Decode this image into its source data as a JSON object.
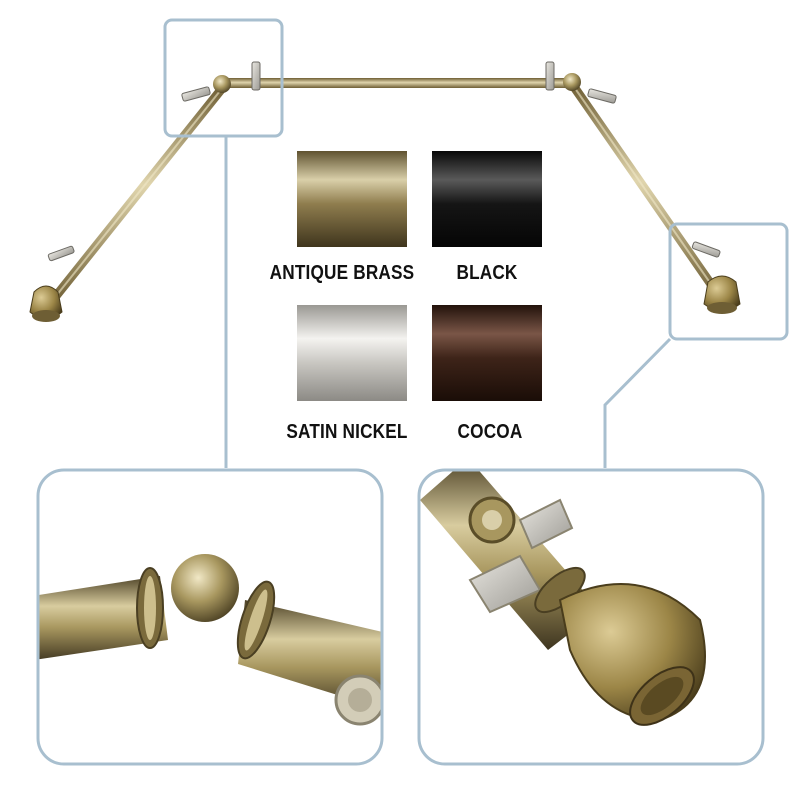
{
  "finishes": [
    {
      "label": "ANTIQUE BRASS",
      "color": "#8f7d4e",
      "highlight": "#d9cfa9"
    },
    {
      "label": "BLACK",
      "color": "#151515",
      "highlight": "#5a5a5a"
    },
    {
      "label": "SATIN NICKEL",
      "color": "#c9c7c2",
      "highlight": "#f4f3f0"
    },
    {
      "label": "COCOA",
      "color": "#3e2419",
      "highlight": "#7a5647"
    }
  ],
  "colors": {
    "callout_border": "#a8bfcf",
    "brass_dark": "#6e5e34",
    "brass_mid": "#a8975f",
    "brass_light": "#e0d5ad"
  },
  "icons": [
    "rod-bracket-icon",
    "finial-icon",
    "elbow-connector-icon"
  ]
}
